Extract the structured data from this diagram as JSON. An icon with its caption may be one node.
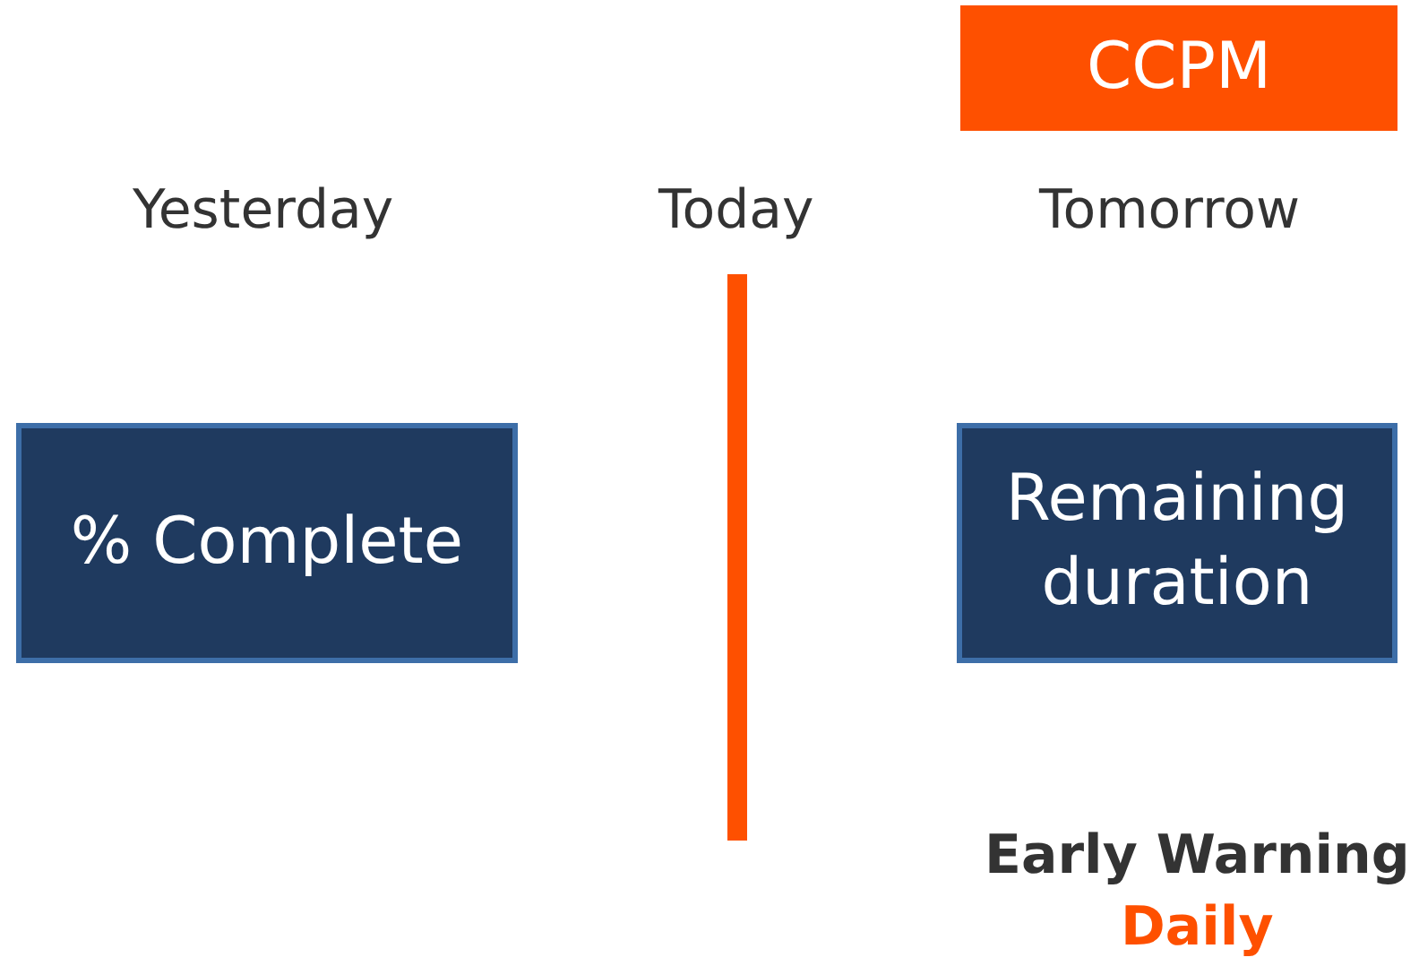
{
  "diagram": {
    "nodes": [
      {
        "text": [
          "CCPM"
        ]
      },
      {
        "text": [
          "% Complete"
        ]
      },
      {
        "text": [
          "Remaining duration"
        ]
      }
    ],
    "labels": [
      "Yesterday",
      "Today",
      "Tomorrow",
      "Early Warning",
      "Daily"
    ]
  }
}
